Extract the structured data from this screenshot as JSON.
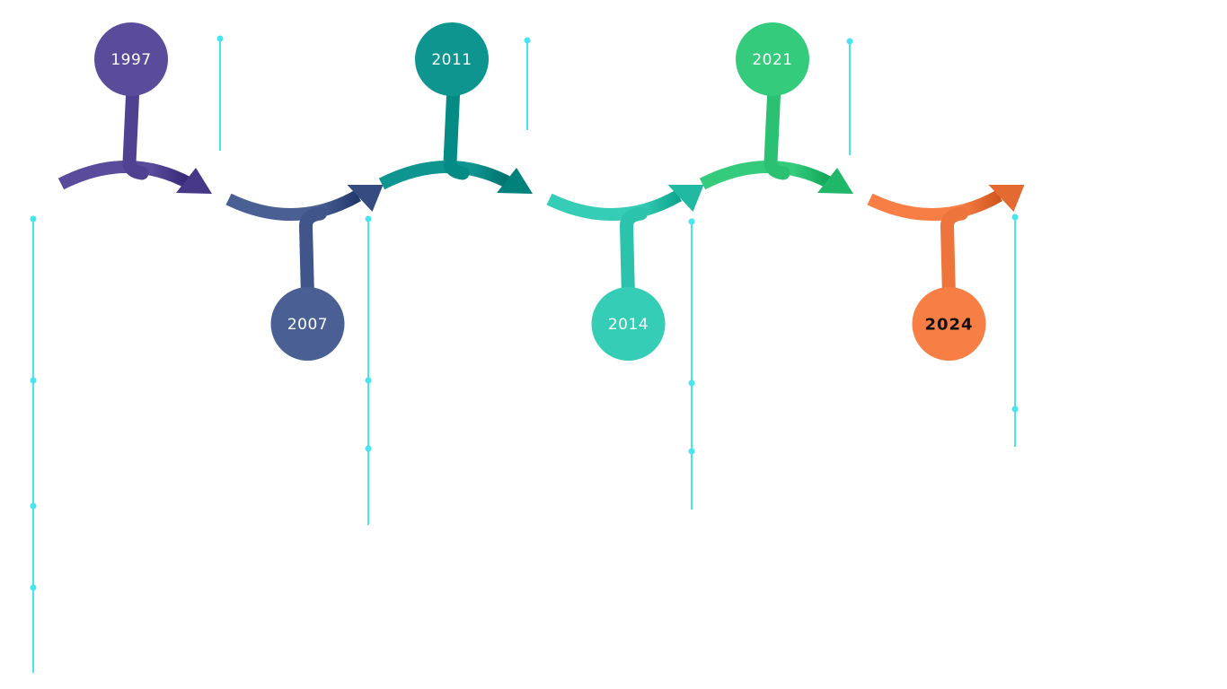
{
  "timeline": {
    "milestones": [
      {
        "year": "1997",
        "position": "above",
        "color": "#5b4b9b",
        "bold": false
      },
      {
        "year": "2007",
        "position": "below",
        "color": "#4a6094",
        "bold": false
      },
      {
        "year": "2011",
        "position": "above",
        "color": "#0e9590",
        "bold": false
      },
      {
        "year": "2014",
        "position": "below",
        "color": "#35cdb5",
        "bold": false
      },
      {
        "year": "2021",
        "position": "above",
        "color": "#35cb7c",
        "bold": false
      },
      {
        "year": "2024",
        "position": "below",
        "color": "#f77f45",
        "bold": true
      }
    ],
    "connector_color": "#48e4ef"
  }
}
